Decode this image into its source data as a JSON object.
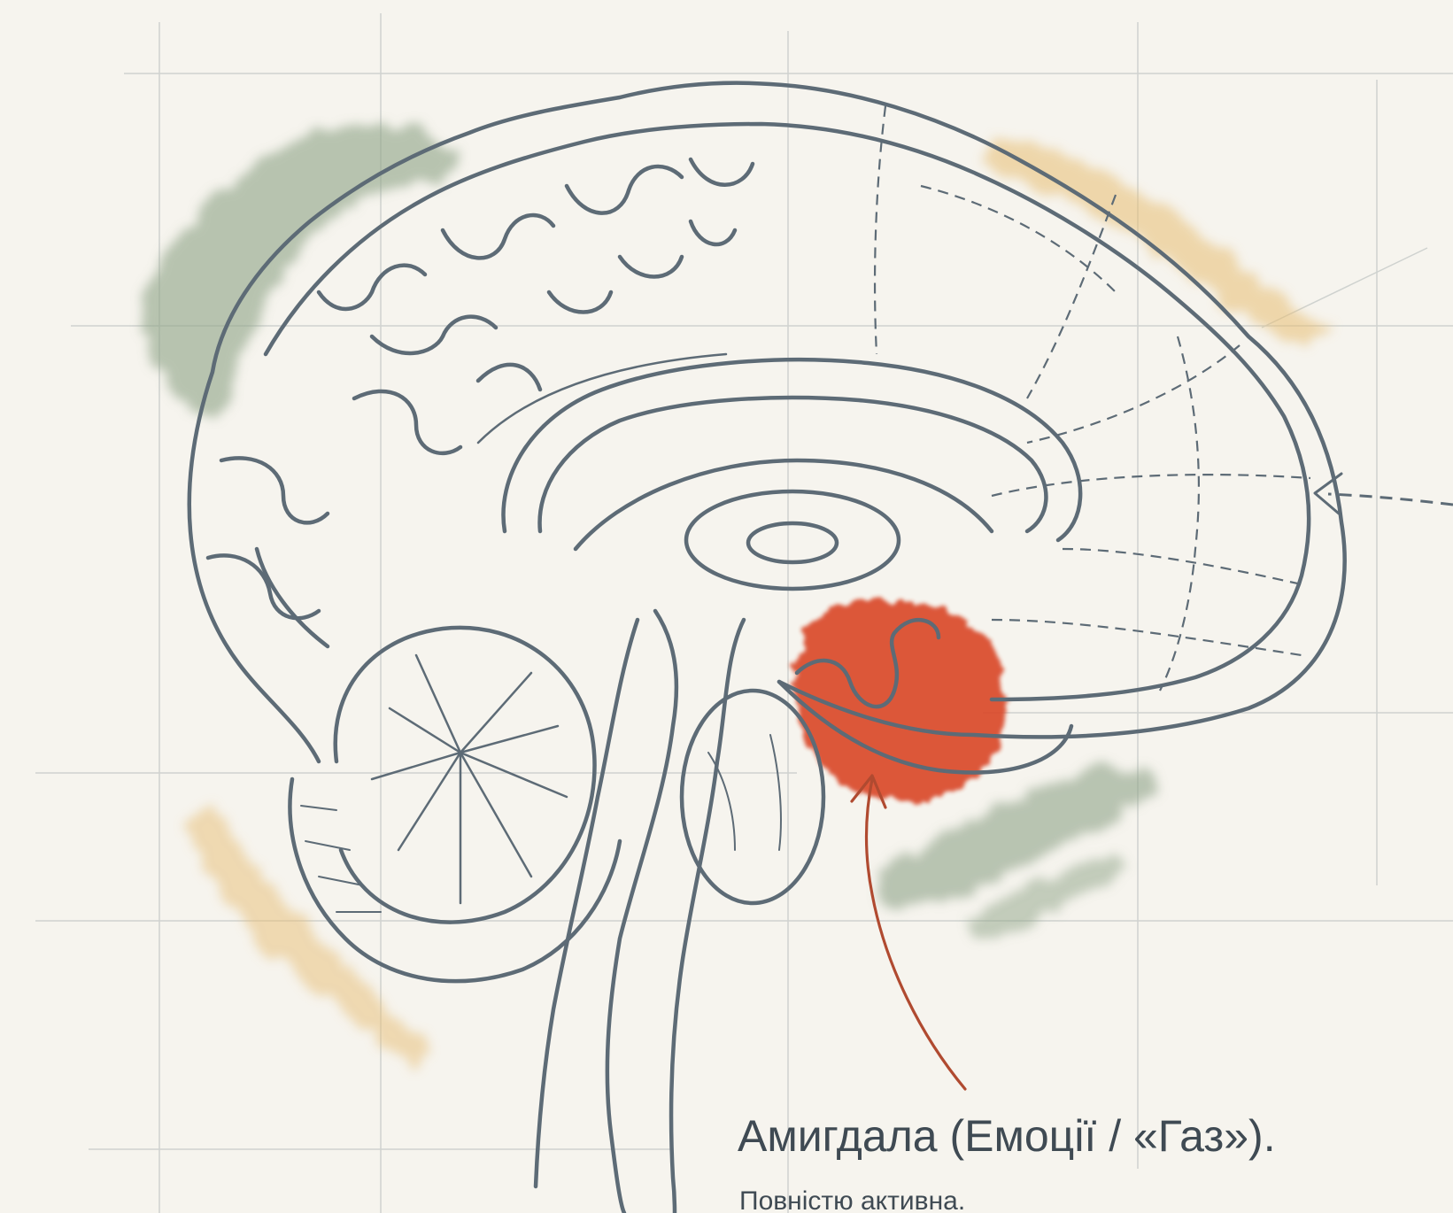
{
  "annotation": {
    "title": "Амигдала (Емоції / «Газ»).",
    "subtitle": "Повністю активна."
  },
  "colors": {
    "paper": "#f6f4ee",
    "outline": "#5d6b76",
    "amygdala": "#d9482a",
    "pointer_arrow": "#b04a30",
    "wash_green": "#8fa488",
    "wash_ochre": "#e8bd73",
    "guide_lines": "#c9ccc9"
  },
  "regions": [
    {
      "name": "cerebral-cortex",
      "highlight": "none"
    },
    {
      "name": "frontal-lobe",
      "highlight": "dashed"
    },
    {
      "name": "corpus-callosum",
      "highlight": "none"
    },
    {
      "name": "thalamus",
      "highlight": "none"
    },
    {
      "name": "amygdala",
      "highlight": "active"
    },
    {
      "name": "cerebellum",
      "highlight": "none"
    },
    {
      "name": "brainstem",
      "highlight": "none"
    }
  ]
}
